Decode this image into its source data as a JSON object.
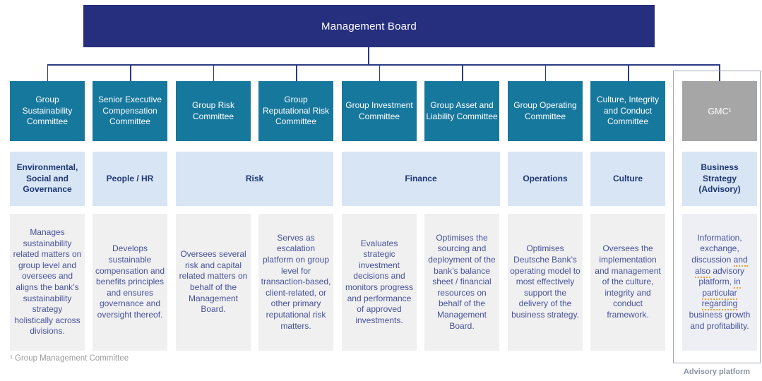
{
  "root": {
    "title": "Management Board"
  },
  "columns": [
    {
      "committee": "Group Sustainability Committee",
      "description": "Manages sustainability related matters on group level and oversees and aligns the bank’s sustainability strategy holistically across divisions."
    },
    {
      "committee": "Senior Executive Compensation Committee",
      "description": "Develops sustainable compensation and benefits principles and ensures governance and oversight thereof."
    },
    {
      "committee": "Group Risk Committee",
      "description": "Oversees several risk and capital related matters on behalf of the Management Board."
    },
    {
      "committee": "Group Reputational Risk Committee",
      "description": "Serves as escalation platform on group level for transaction-based, client-related, or other primary reputational risk matters."
    },
    {
      "committee": "Group Investment Committee",
      "description": "Evaluates strategic investment decisions and monitors progress and performance of approved investments."
    },
    {
      "committee": "Group Asset and Liability Committee",
      "description": "Optimises the sourcing and deployment of the bank’s balance sheet / financial resources on behalf of the Management Board."
    },
    {
      "committee": "Group Operating Committee",
      "description": "Optimises Deutsche Bank’s operating model to most effectively support the delivery of the business strategy."
    },
    {
      "committee": "Culture, Integrity and Conduct Committee",
      "description": "Oversees the implementation and management of the culture, integrity and conduct framework."
    }
  ],
  "categories": [
    {
      "label": "Environmental, Social and Governance"
    },
    {
      "label": "People / HR"
    },
    {
      "label": "Risk"
    },
    {
      "label": "Finance"
    },
    {
      "label": "Operations"
    },
    {
      "label": "Culture"
    }
  ],
  "advisory": {
    "committee": "GMC¹",
    "category": "Business Strategy (Advisory)",
    "description_segments": [
      {
        "t": "Information, exchange, discussion "
      },
      {
        "t": "and",
        "u": true
      },
      {
        "t": " "
      },
      {
        "t": "also",
        "u": true
      },
      {
        "t": " advisory platform, "
      },
      {
        "t": "in",
        "u": true
      },
      {
        "t": " "
      },
      {
        "t": "particular",
        "u": true
      },
      {
        "t": " "
      },
      {
        "t": "regarding",
        "u": true
      },
      {
        "t": " business growth and profitability."
      }
    ],
    "platform_label": "Advisory platform"
  },
  "footnote": "¹ Group Management Committee",
  "colors": {
    "navy": "#262f7d",
    "teal": "#17789e",
    "light_blue": "#d8e5f5",
    "header_text": "#1f3875",
    "desc_bg": "#f0f0f0",
    "desc_text": "#47519d",
    "gray_box": "#a6a6a6",
    "connector": "#2b3a85",
    "underline": "#e9a43c"
  }
}
